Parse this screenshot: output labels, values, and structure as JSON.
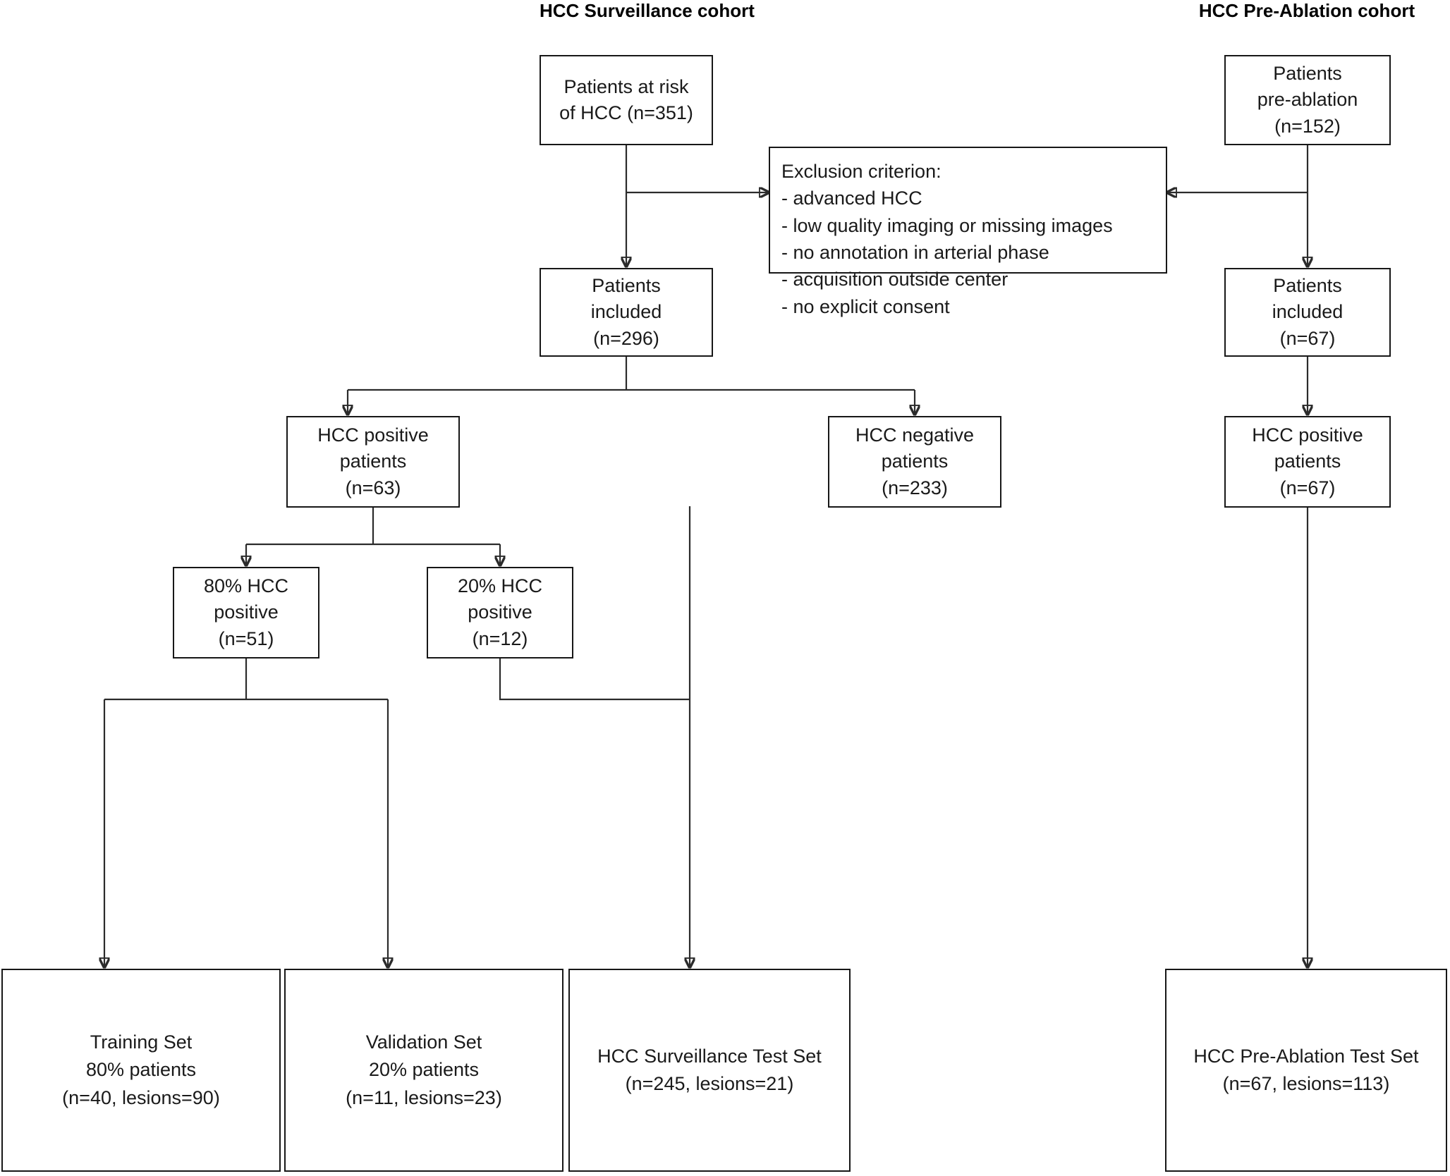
{
  "titles": {
    "left_cohort": "HCC Surveillance cohort",
    "right_cohort": "HCC Pre-Ablation cohort"
  },
  "nodes": {
    "patients_at_risk": "Patients at risk\nof HCC (n=351)",
    "exclusion": "Exclusion criterion:\n- advanced HCC\n- low quality imaging or missing images\n- no annotation in arterial phase\n- acquisition outside center\n- no explicit consent",
    "patients_prealblation": "Patients\npre-ablation\n(n=152)",
    "patients_included_left": "Patients\nincluded\n(n=296)",
    "patients_included_right": "Patients\nincluded\n(n=67)",
    "hcc_positive_left": "HCC positive\npatients\n(n=63)",
    "hcc_negative_left": "HCC negative\npatients\n(n=233)",
    "hcc_positive_right": "HCC positive\npatients\n(n=67)",
    "split_80": "80% HCC\npositive\n(n=51)",
    "split_20": "20% HCC\npositive\n(n=12)",
    "training_set": "Training Set\n80% patients\n(n=40, lesions=90)",
    "validation_set": "Validation Set\n20% patients\n(n=11, lesions=23)",
    "surveillance_test_set": "HCC Surveillance Test Set\n(n=245, lesions=21)",
    "preablation_test_set": "HCC Pre-Ablation Test Set\n(n=67, lesions=113)"
  },
  "chart_data": {
    "type": "diagram",
    "title": "Patient cohort selection flowchart",
    "flow": [
      {
        "id": "patients_at_risk",
        "label": "Patients at risk of HCC",
        "n": 351,
        "cohort": "HCC Surveillance"
      },
      {
        "id": "exclusion",
        "label": "Exclusion criterion",
        "criteria": [
          "advanced HCC",
          "low quality imaging or missing images",
          "no annotation in arterial phase",
          "acquisition outside center",
          "no explicit consent"
        ]
      },
      {
        "id": "patients_prealblation",
        "label": "Patients pre-ablation",
        "n": 152,
        "cohort": "HCC Pre-Ablation"
      },
      {
        "id": "patients_included_left",
        "label": "Patients included",
        "n": 296,
        "cohort": "HCC Surveillance"
      },
      {
        "id": "patients_included_right",
        "label": "Patients included",
        "n": 67,
        "cohort": "HCC Pre-Ablation"
      },
      {
        "id": "hcc_positive_left",
        "label": "HCC positive patients",
        "n": 63
      },
      {
        "id": "hcc_negative_left",
        "label": "HCC negative patients",
        "n": 233
      },
      {
        "id": "hcc_positive_right",
        "label": "HCC positive patients",
        "n": 67
      },
      {
        "id": "split_80",
        "label": "80% HCC positive",
        "n": 51
      },
      {
        "id": "split_20",
        "label": "20% HCC positive",
        "n": 12
      },
      {
        "id": "training_set",
        "label": "Training Set 80% patients",
        "n": 40,
        "lesions": 90
      },
      {
        "id": "validation_set",
        "label": "Validation Set 20% patients",
        "n": 11,
        "lesions": 23
      },
      {
        "id": "surveillance_test_set",
        "label": "HCC Surveillance Test Set",
        "n": 245,
        "lesions": 21
      },
      {
        "id": "preablation_test_set",
        "label": "HCC Pre-Ablation Test Set",
        "n": 67,
        "lesions": 113
      }
    ],
    "edges": [
      {
        "from": "patients_at_risk",
        "to": "exclusion"
      },
      {
        "from": "patients_at_risk",
        "to": "patients_included_left"
      },
      {
        "from": "patients_prealblation",
        "to": "exclusion"
      },
      {
        "from": "patients_prealblation",
        "to": "patients_included_right"
      },
      {
        "from": "patients_included_left",
        "to": "hcc_positive_left"
      },
      {
        "from": "patients_included_left",
        "to": "hcc_negative_left"
      },
      {
        "from": "patients_included_right",
        "to": "hcc_positive_right"
      },
      {
        "from": "hcc_positive_left",
        "to": "split_80"
      },
      {
        "from": "hcc_positive_left",
        "to": "split_20"
      },
      {
        "from": "split_80",
        "to": "training_set"
      },
      {
        "from": "split_80",
        "to": "validation_set"
      },
      {
        "from": "split_20",
        "to": "surveillance_test_set"
      },
      {
        "from": "hcc_negative_left",
        "to": "surveillance_test_set"
      },
      {
        "from": "hcc_positive_right",
        "to": "preablation_test_set"
      }
    ]
  }
}
